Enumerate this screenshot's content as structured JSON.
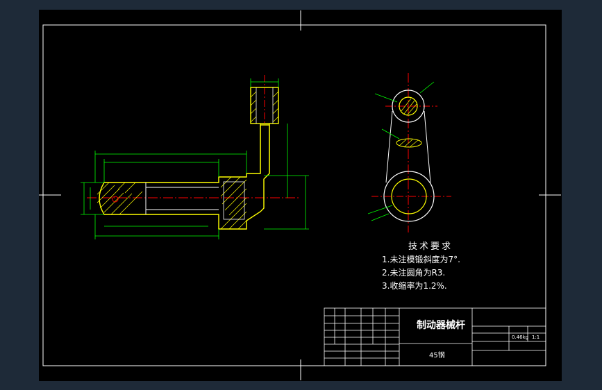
{
  "drawing": {
    "tech_requirements": {
      "title": "技术要求",
      "items": [
        "1.未注模锻斜度为7°.",
        "2.未注圆角为R3.",
        "3.收缩率为1.2%."
      ]
    },
    "title_block": {
      "part_name": "制动器械杆",
      "material": "45钢",
      "scale": "1:1",
      "weight": "0.46kg"
    }
  },
  "colors": {
    "background": "#000000",
    "frame": "#ffffff",
    "outline": "#ffff00",
    "dimension": "#00ff00",
    "centerline": "#ff0000",
    "hidden": "#ff00ff",
    "hatch": "#ffff00"
  }
}
